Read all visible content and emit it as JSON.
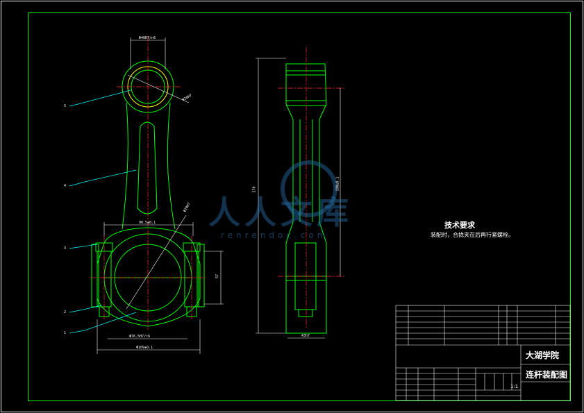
{
  "drawing": {
    "colors": {
      "background": "#000000",
      "frame": "#00ff00",
      "part_outline": "#00ff00",
      "center_line": "#ff3030",
      "dimension": "#ffffff",
      "leader": "#00ffff",
      "hatch": "#ffff00"
    },
    "technical_requirements": {
      "title": "技术要求",
      "line1": "装配时，合拢夹在后再行紧螺栓。"
    },
    "title_block": {
      "school": "大湖学院",
      "drawing_name": "连杆装配图",
      "scale": "1:1"
    },
    "watermark": {
      "text": "人人文库",
      "url": "renrendoc.com"
    },
    "part_numbers": [
      "5",
      "4",
      "3",
      "2",
      "1"
    ],
    "dimensions": {
      "top_bore": "Φ40H7/n6",
      "top_bore_diag": "Φ20H7",
      "big_end_width": "90.5±0.1",
      "big_end_bore_diag": "Φ20H7",
      "big_end_fit": "Φ76.5H7/r6",
      "bottom_width": "Φ109±0.1",
      "right_height": "57",
      "center_distance": "190±0.1",
      "total_length": "270",
      "side_width": "43h7"
    }
  }
}
